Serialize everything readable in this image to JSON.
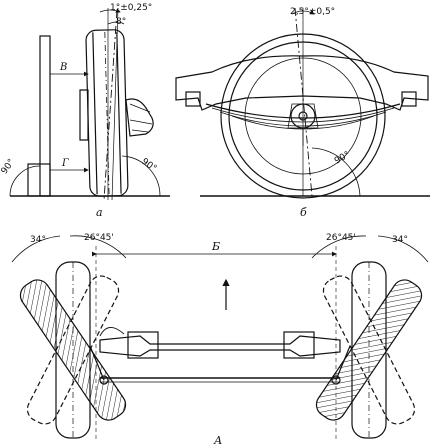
{
  "labels": {
    "top_left_caption": "a",
    "top_right_caption": "б",
    "bottom_caption": "А",
    "camber_angle": "1°±0,25°",
    "kingpin_angle": "8°",
    "angle_90_left": "90°",
    "angle_90_wheel": "90°",
    "caster_angle": "2,5°±0,5°",
    "angle_90_right": "90°",
    "dim_B": "В",
    "dim_G": "Г",
    "track_B": "Б",
    "steer_outer_left": "34°",
    "steer_inner_left": "26°45'",
    "steer_inner_right": "26°45'",
    "steer_outer_right": "34°"
  },
  "colors": {
    "ink": "#111111",
    "hatch": "#222222",
    "paper": "#ffffff"
  }
}
